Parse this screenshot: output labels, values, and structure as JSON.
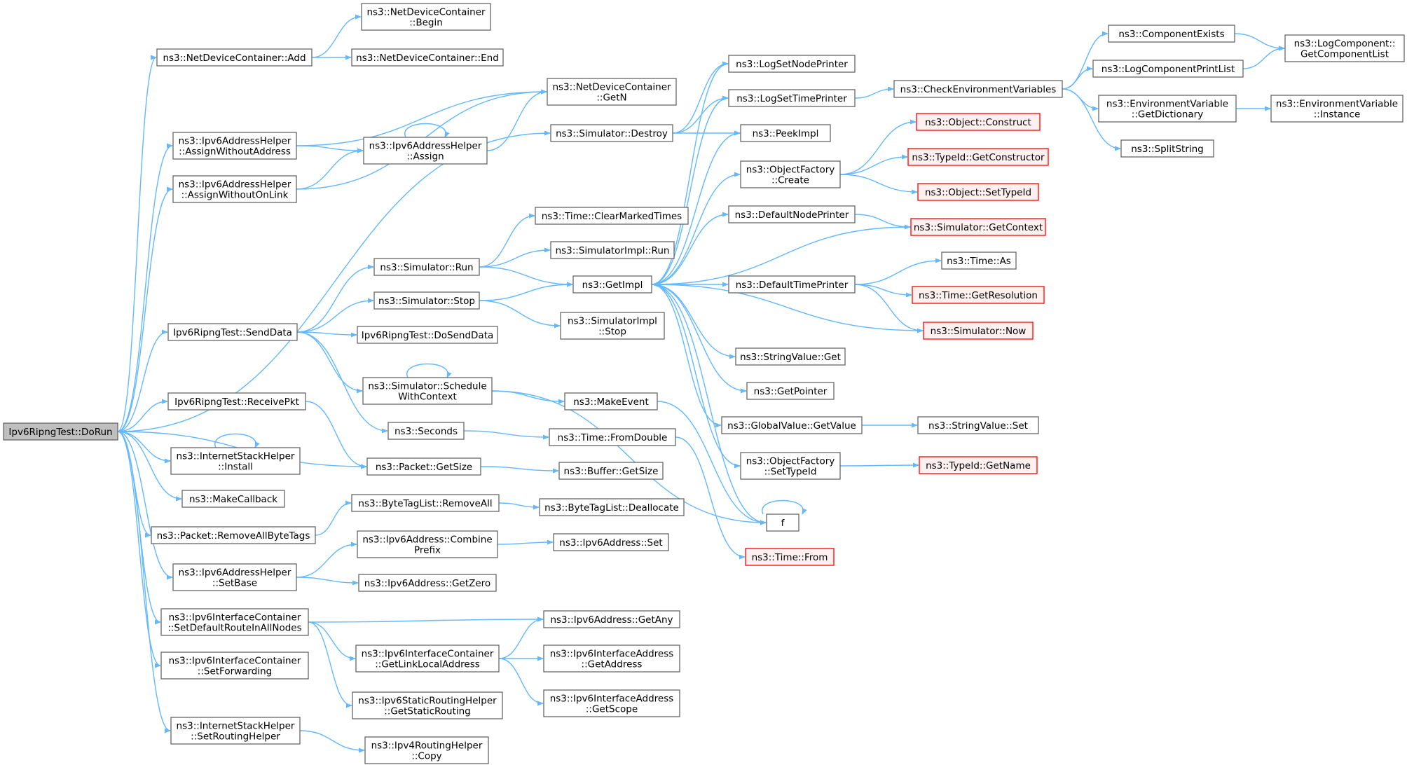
{
  "colors": {
    "edge": "#63b8ff",
    "node_border": "#666666",
    "node_fill": "#ffffff",
    "root_fill": "#bfbfbf",
    "external_border": "#ff0000",
    "external_fill": "#fff0f0"
  },
  "nodes": [
    {
      "id": "dorun",
      "lines": [
        "Ipv6RipngTest::DoRun"
      ],
      "style": "root"
    },
    {
      "id": "ndc_add",
      "lines": [
        "ns3::NetDeviceContainer::Add"
      ]
    },
    {
      "id": "ndc_begin",
      "lines": [
        "ns3::NetDeviceContainer",
        "::Begin"
      ]
    },
    {
      "id": "ndc_end",
      "lines": [
        "ns3::NetDeviceContainer::End"
      ]
    },
    {
      "id": "ndc_getn",
      "lines": [
        "ns3::NetDeviceContainer",
        "::GetN"
      ]
    },
    {
      "id": "ah_awa",
      "lines": [
        "ns3::Ipv6AddressHelper",
        "::AssignWithoutAddress"
      ]
    },
    {
      "id": "ah_assign",
      "lines": [
        "ns3::Ipv6AddressHelper",
        "::Assign"
      ]
    },
    {
      "id": "ah_awol",
      "lines": [
        "ns3::Ipv6AddressHelper",
        "::AssignWithoutOnLink"
      ]
    },
    {
      "id": "sim_destroy",
      "lines": [
        "ns3::Simulator::Destroy"
      ]
    },
    {
      "id": "time_cmt",
      "lines": [
        "ns3::Time::ClearMarkedTimes"
      ]
    },
    {
      "id": "sim_run",
      "lines": [
        "ns3::Simulator::Run"
      ]
    },
    {
      "id": "simimpl_run",
      "lines": [
        "ns3::SimulatorImpl::Run"
      ]
    },
    {
      "id": "getimpl",
      "lines": [
        "ns3::GetImpl"
      ]
    },
    {
      "id": "sim_stop",
      "lines": [
        "ns3::Simulator::Stop"
      ]
    },
    {
      "id": "simimpl_stop",
      "lines": [
        "ns3::SimulatorImpl",
        "::Stop"
      ]
    },
    {
      "id": "sendata",
      "lines": [
        "Ipv6RipngTest::SendData"
      ]
    },
    {
      "id": "dosenddata",
      "lines": [
        "Ipv6RipngTest::DoSendData"
      ]
    },
    {
      "id": "sched_wc",
      "lines": [
        "ns3::Simulator::Schedule",
        "WithContext"
      ]
    },
    {
      "id": "makeevent",
      "lines": [
        "ns3::MakeEvent"
      ]
    },
    {
      "id": "seconds",
      "lines": [
        "ns3::Seconds"
      ]
    },
    {
      "id": "time_fd",
      "lines": [
        "ns3::Time::FromDouble"
      ]
    },
    {
      "id": "receivepkt",
      "lines": [
        "Ipv6RipngTest::ReceivePkt"
      ]
    },
    {
      "id": "ish_install",
      "lines": [
        "ns3::InternetStackHelper",
        "::Install"
      ]
    },
    {
      "id": "pkt_getsize",
      "lines": [
        "ns3::Packet::GetSize"
      ]
    },
    {
      "id": "buf_getsize",
      "lines": [
        "ns3::Buffer::GetSize"
      ]
    },
    {
      "id": "makecallback",
      "lines": [
        "ns3::MakeCallback"
      ]
    },
    {
      "id": "btl_removeall",
      "lines": [
        "ns3::ByteTagList::RemoveAll"
      ]
    },
    {
      "id": "btl_dealloc",
      "lines": [
        "ns3::ByteTagList::Deallocate"
      ]
    },
    {
      "id": "pkt_rabt",
      "lines": [
        "ns3::Packet::RemoveAllByteTags"
      ]
    },
    {
      "id": "addr_combine",
      "lines": [
        "ns3::Ipv6Address::Combine",
        "Prefix"
      ]
    },
    {
      "id": "addr_set",
      "lines": [
        "ns3::Ipv6Address::Set"
      ]
    },
    {
      "id": "ah_setbase",
      "lines": [
        "ns3::Ipv6AddressHelper",
        "::SetBase"
      ]
    },
    {
      "id": "addr_getzero",
      "lines": [
        "ns3::Ipv6Address::GetZero"
      ]
    },
    {
      "id": "ic_sdrian",
      "lines": [
        "ns3::Ipv6InterfaceContainer",
        "::SetDefaultRouteInAllNodes"
      ]
    },
    {
      "id": "addr_getany",
      "lines": [
        "ns3::Ipv6Address::GetAny"
      ]
    },
    {
      "id": "ic_glla",
      "lines": [
        "ns3::Ipv6InterfaceContainer",
        "::GetLinkLocalAddress"
      ]
    },
    {
      "id": "ia_getaddress",
      "lines": [
        "ns3::Ipv6InterfaceAddress",
        "::GetAddress"
      ]
    },
    {
      "id": "ic_setfwd",
      "lines": [
        "ns3::Ipv6InterfaceContainer",
        "::SetForwarding"
      ]
    },
    {
      "id": "srh_gsr",
      "lines": [
        "ns3::Ipv6StaticRoutingHelper",
        "::GetStaticRouting"
      ]
    },
    {
      "id": "ia_getscope",
      "lines": [
        "ns3::Ipv6InterfaceAddress",
        "::GetScope"
      ]
    },
    {
      "id": "ish_srh",
      "lines": [
        "ns3::InternetStackHelper",
        "::SetRoutingHelper"
      ]
    },
    {
      "id": "rh4_copy",
      "lines": [
        "ns3::Ipv4RoutingHelper",
        "::Copy"
      ]
    },
    {
      "id": "log_snp",
      "lines": [
        "ns3::LogSetNodePrinter"
      ]
    },
    {
      "id": "log_stp",
      "lines": [
        "ns3::LogSetTimePrinter"
      ]
    },
    {
      "id": "peekimpl",
      "lines": [
        "ns3::PeekImpl"
      ]
    },
    {
      "id": "of_create",
      "lines": [
        "ns3::ObjectFactory",
        "::Create"
      ]
    },
    {
      "id": "defnodeprinter",
      "lines": [
        "ns3::DefaultNodePrinter"
      ]
    },
    {
      "id": "deftimeprinter",
      "lines": [
        "ns3::DefaultTimePrinter"
      ]
    },
    {
      "id": "sv_get",
      "lines": [
        "ns3::StringValue::Get"
      ]
    },
    {
      "id": "getpointer",
      "lines": [
        "ns3::GetPointer"
      ]
    },
    {
      "id": "gv_getvalue",
      "lines": [
        "ns3::GlobalValue::GetValue"
      ]
    },
    {
      "id": "of_settypeid",
      "lines": [
        "ns3::ObjectFactory",
        "::SetTypeId"
      ]
    },
    {
      "id": "f",
      "lines": [
        "f"
      ]
    },
    {
      "id": "time_from",
      "lines": [
        "ns3::Time::From"
      ],
      "style": "external"
    },
    {
      "id": "checkenv",
      "lines": [
        "ns3::CheckEnvironmentVariables"
      ]
    },
    {
      "id": "obj_construct",
      "lines": [
        "ns3::Object::Construct"
      ],
      "style": "external"
    },
    {
      "id": "tid_getctor",
      "lines": [
        "ns3::TypeId::GetConstructor"
      ],
      "style": "external"
    },
    {
      "id": "obj_settypeid",
      "lines": [
        "ns3::Object::SetTypeId"
      ],
      "style": "external"
    },
    {
      "id": "sim_getcontext",
      "lines": [
        "ns3::Simulator::GetContext"
      ],
      "style": "external"
    },
    {
      "id": "time_as",
      "lines": [
        "ns3::Time::As"
      ]
    },
    {
      "id": "time_getres",
      "lines": [
        "ns3::Time::GetResolution"
      ],
      "style": "external"
    },
    {
      "id": "sim_now",
      "lines": [
        "ns3::Simulator::Now"
      ],
      "style": "external"
    },
    {
      "id": "sv_set",
      "lines": [
        "ns3::StringValue::Set"
      ]
    },
    {
      "id": "tid_getname",
      "lines": [
        "ns3::TypeId::GetName"
      ],
      "style": "external"
    },
    {
      "id": "compexists",
      "lines": [
        "ns3::ComponentExists"
      ]
    },
    {
      "id": "lcpl",
      "lines": [
        "ns3::LogComponentPrintList"
      ]
    },
    {
      "id": "lc_gcl",
      "lines": [
        "ns3::LogComponent::",
        "GetComponentList"
      ]
    },
    {
      "id": "ev_getdict",
      "lines": [
        "ns3::EnvironmentVariable",
        "::GetDictionary"
      ]
    },
    {
      "id": "ev_instance",
      "lines": [
        "ns3::EnvironmentVariable",
        "::Instance"
      ]
    },
    {
      "id": "splitstring",
      "lines": [
        "ns3::SplitString"
      ]
    }
  ]
}
